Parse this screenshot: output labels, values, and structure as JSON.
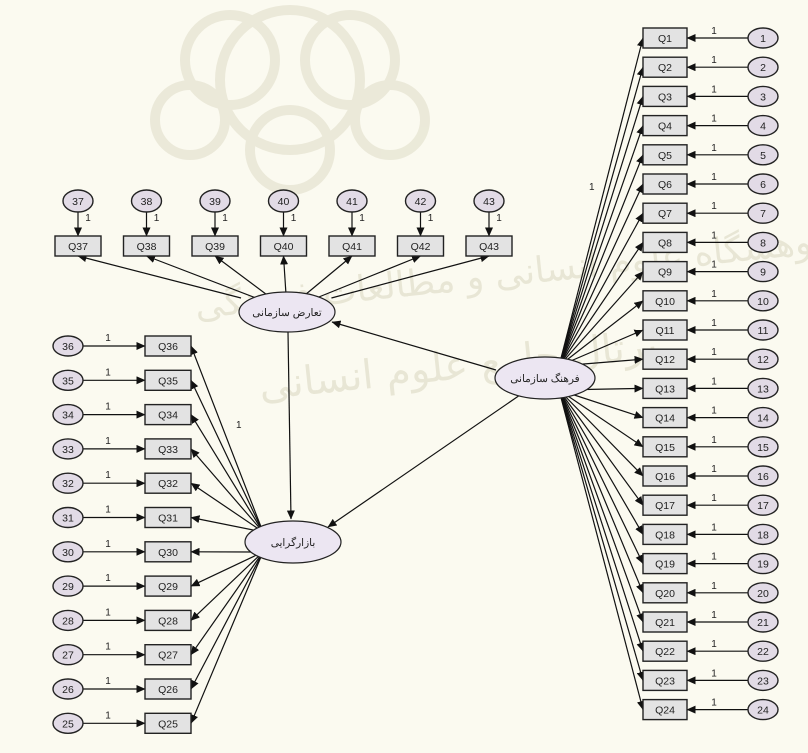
{
  "watermark": {
    "line1": "پژوهشگاه علوم انسانی و مطالعات فرهنگی",
    "line2": "پرتال جامع علوم انسانی"
  },
  "latents": {
    "conflict": "تعارض سازمانی",
    "culture": "فرهنگ سازمانی",
    "market": "بازارگرایی"
  },
  "culture_items": [
    "Q1",
    "Q2",
    "Q3",
    "Q4",
    "Q5",
    "Q6",
    "Q7",
    "Q8",
    "Q9",
    "Q10",
    "Q11",
    "Q12",
    "Q13",
    "Q14",
    "Q15",
    "Q16",
    "Q17",
    "Q18",
    "Q19",
    "Q20",
    "Q21",
    "Q22",
    "Q23",
    "Q24"
  ],
  "culture_errors": [
    "1",
    "2",
    "3",
    "4",
    "5",
    "6",
    "7",
    "8",
    "9",
    "10",
    "11",
    "12",
    "13",
    "14",
    "15",
    "16",
    "17",
    "18",
    "19",
    "20",
    "21",
    "22",
    "23",
    "24"
  ],
  "conflict_items": [
    "Q37",
    "Q38",
    "Q39",
    "Q40",
    "Q41",
    "Q42",
    "Q43"
  ],
  "conflict_errors": [
    "37",
    "38",
    "39",
    "40",
    "41",
    "42",
    "43"
  ],
  "market_items": [
    "Q36",
    "Q35",
    "Q34",
    "Q33",
    "Q32",
    "Q31",
    "Q30",
    "Q29",
    "Q28",
    "Q27",
    "Q26",
    "Q25"
  ],
  "market_errors": [
    "36",
    "35",
    "34",
    "33",
    "32",
    "31",
    "30",
    "29",
    "28",
    "27",
    "26",
    "25"
  ],
  "fixed_weight": "1",
  "loading_labels": {
    "culture": "1",
    "market": "1"
  },
  "colors": {
    "box": "#e3e3e3",
    "error": "#e2dbe6",
    "latent": "#ece6f2",
    "line": "#111111"
  }
}
